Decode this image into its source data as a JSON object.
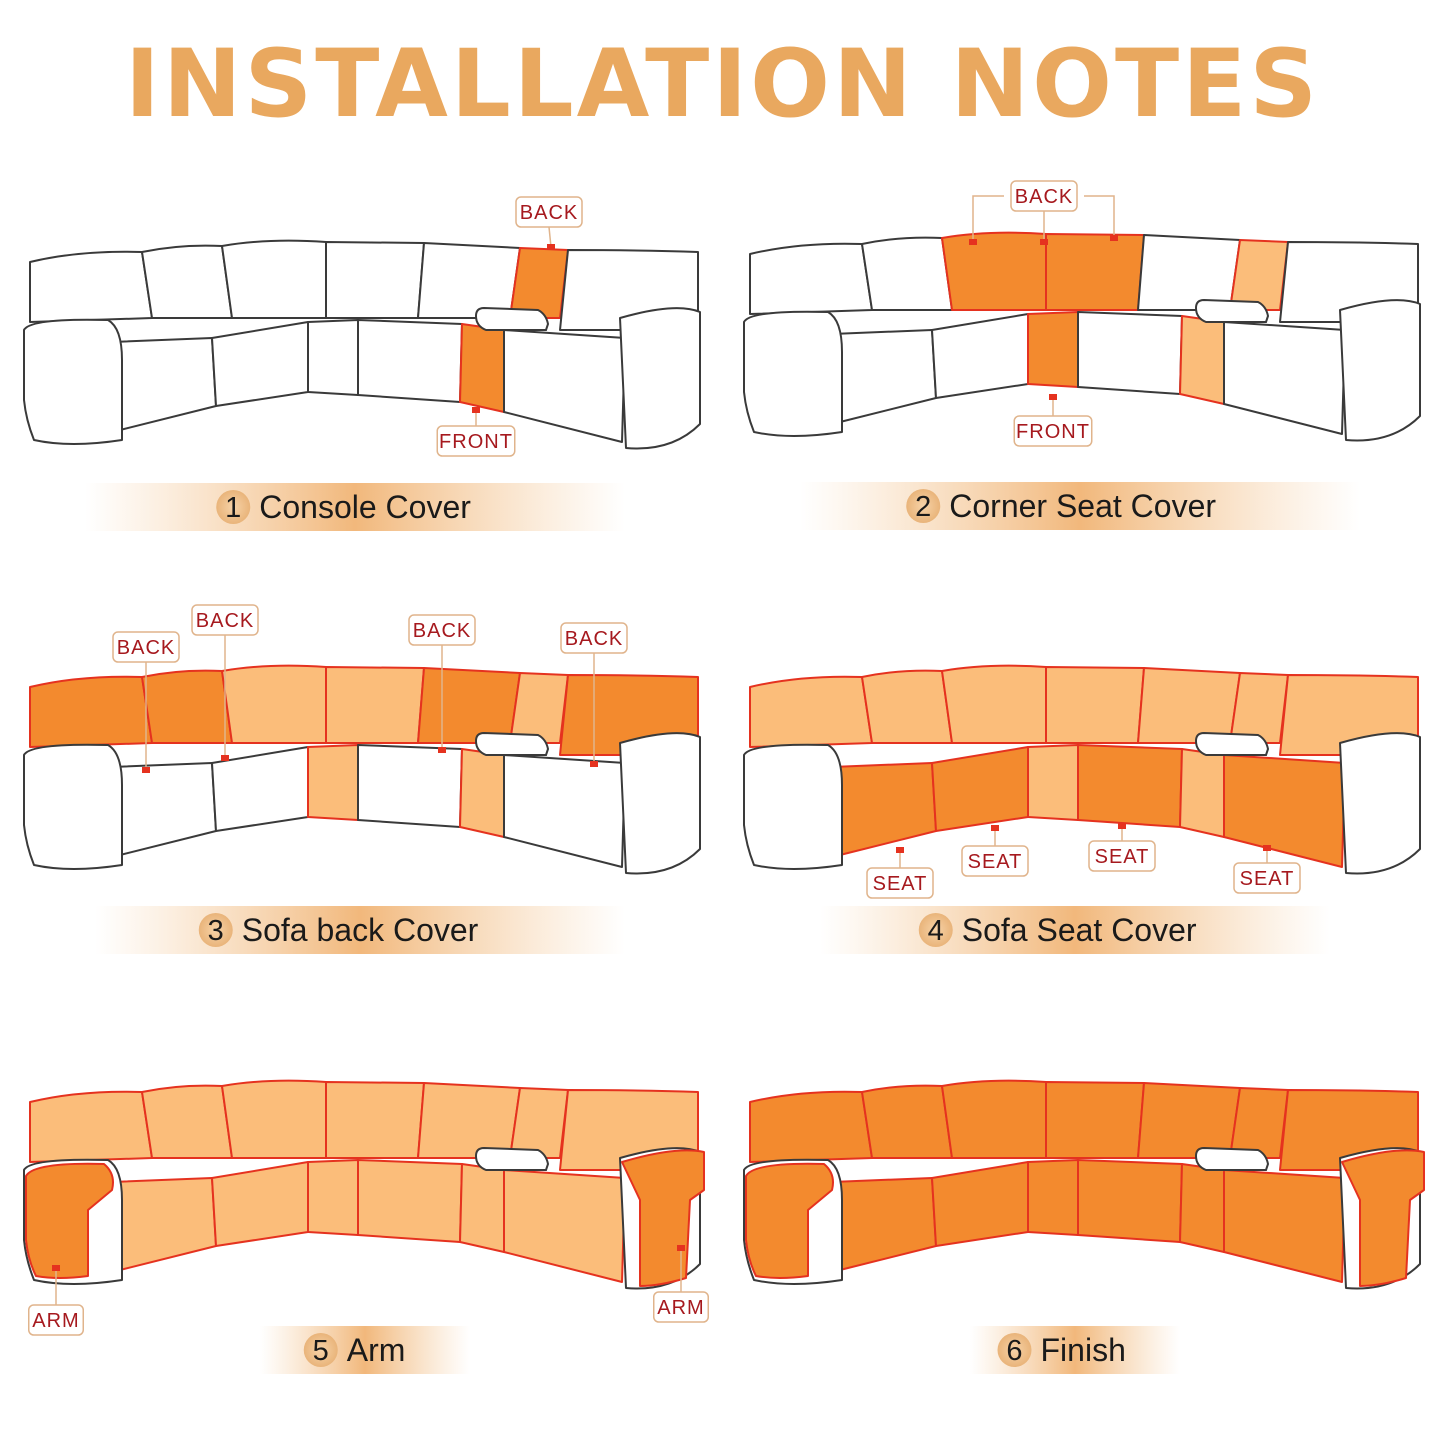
{
  "title": "INSTALLATION NOTES",
  "colors": {
    "title": "#e9a85f",
    "cover_dark": "#f38a2e",
    "cover_light": "#fbbd7a",
    "sofa_white": "#ffffff",
    "outline": "#3a3a3a",
    "cover_outline": "#e5321f",
    "tag_text": "#a6191e",
    "tag_border": "#e0b48c"
  },
  "steps": [
    {
      "number": "1",
      "label": "Console Cover",
      "tags": [
        "BACK",
        "FRONT"
      ]
    },
    {
      "number": "2",
      "label": "Corner Seat Cover",
      "tags": [
        "BACK",
        "FRONT"
      ]
    },
    {
      "number": "3",
      "label": "Sofa back Cover",
      "tags": [
        "BACK",
        "BACK",
        "BACK",
        "BACK"
      ]
    },
    {
      "number": "4",
      "label": "Sofa Seat Cover",
      "tags": [
        "SEAT",
        "SEAT",
        "SEAT",
        "SEAT"
      ]
    },
    {
      "number": "5",
      "label": "Arm",
      "tags": [
        "ARM",
        "ARM"
      ]
    },
    {
      "number": "6",
      "label": "Finish",
      "tags": []
    }
  ]
}
